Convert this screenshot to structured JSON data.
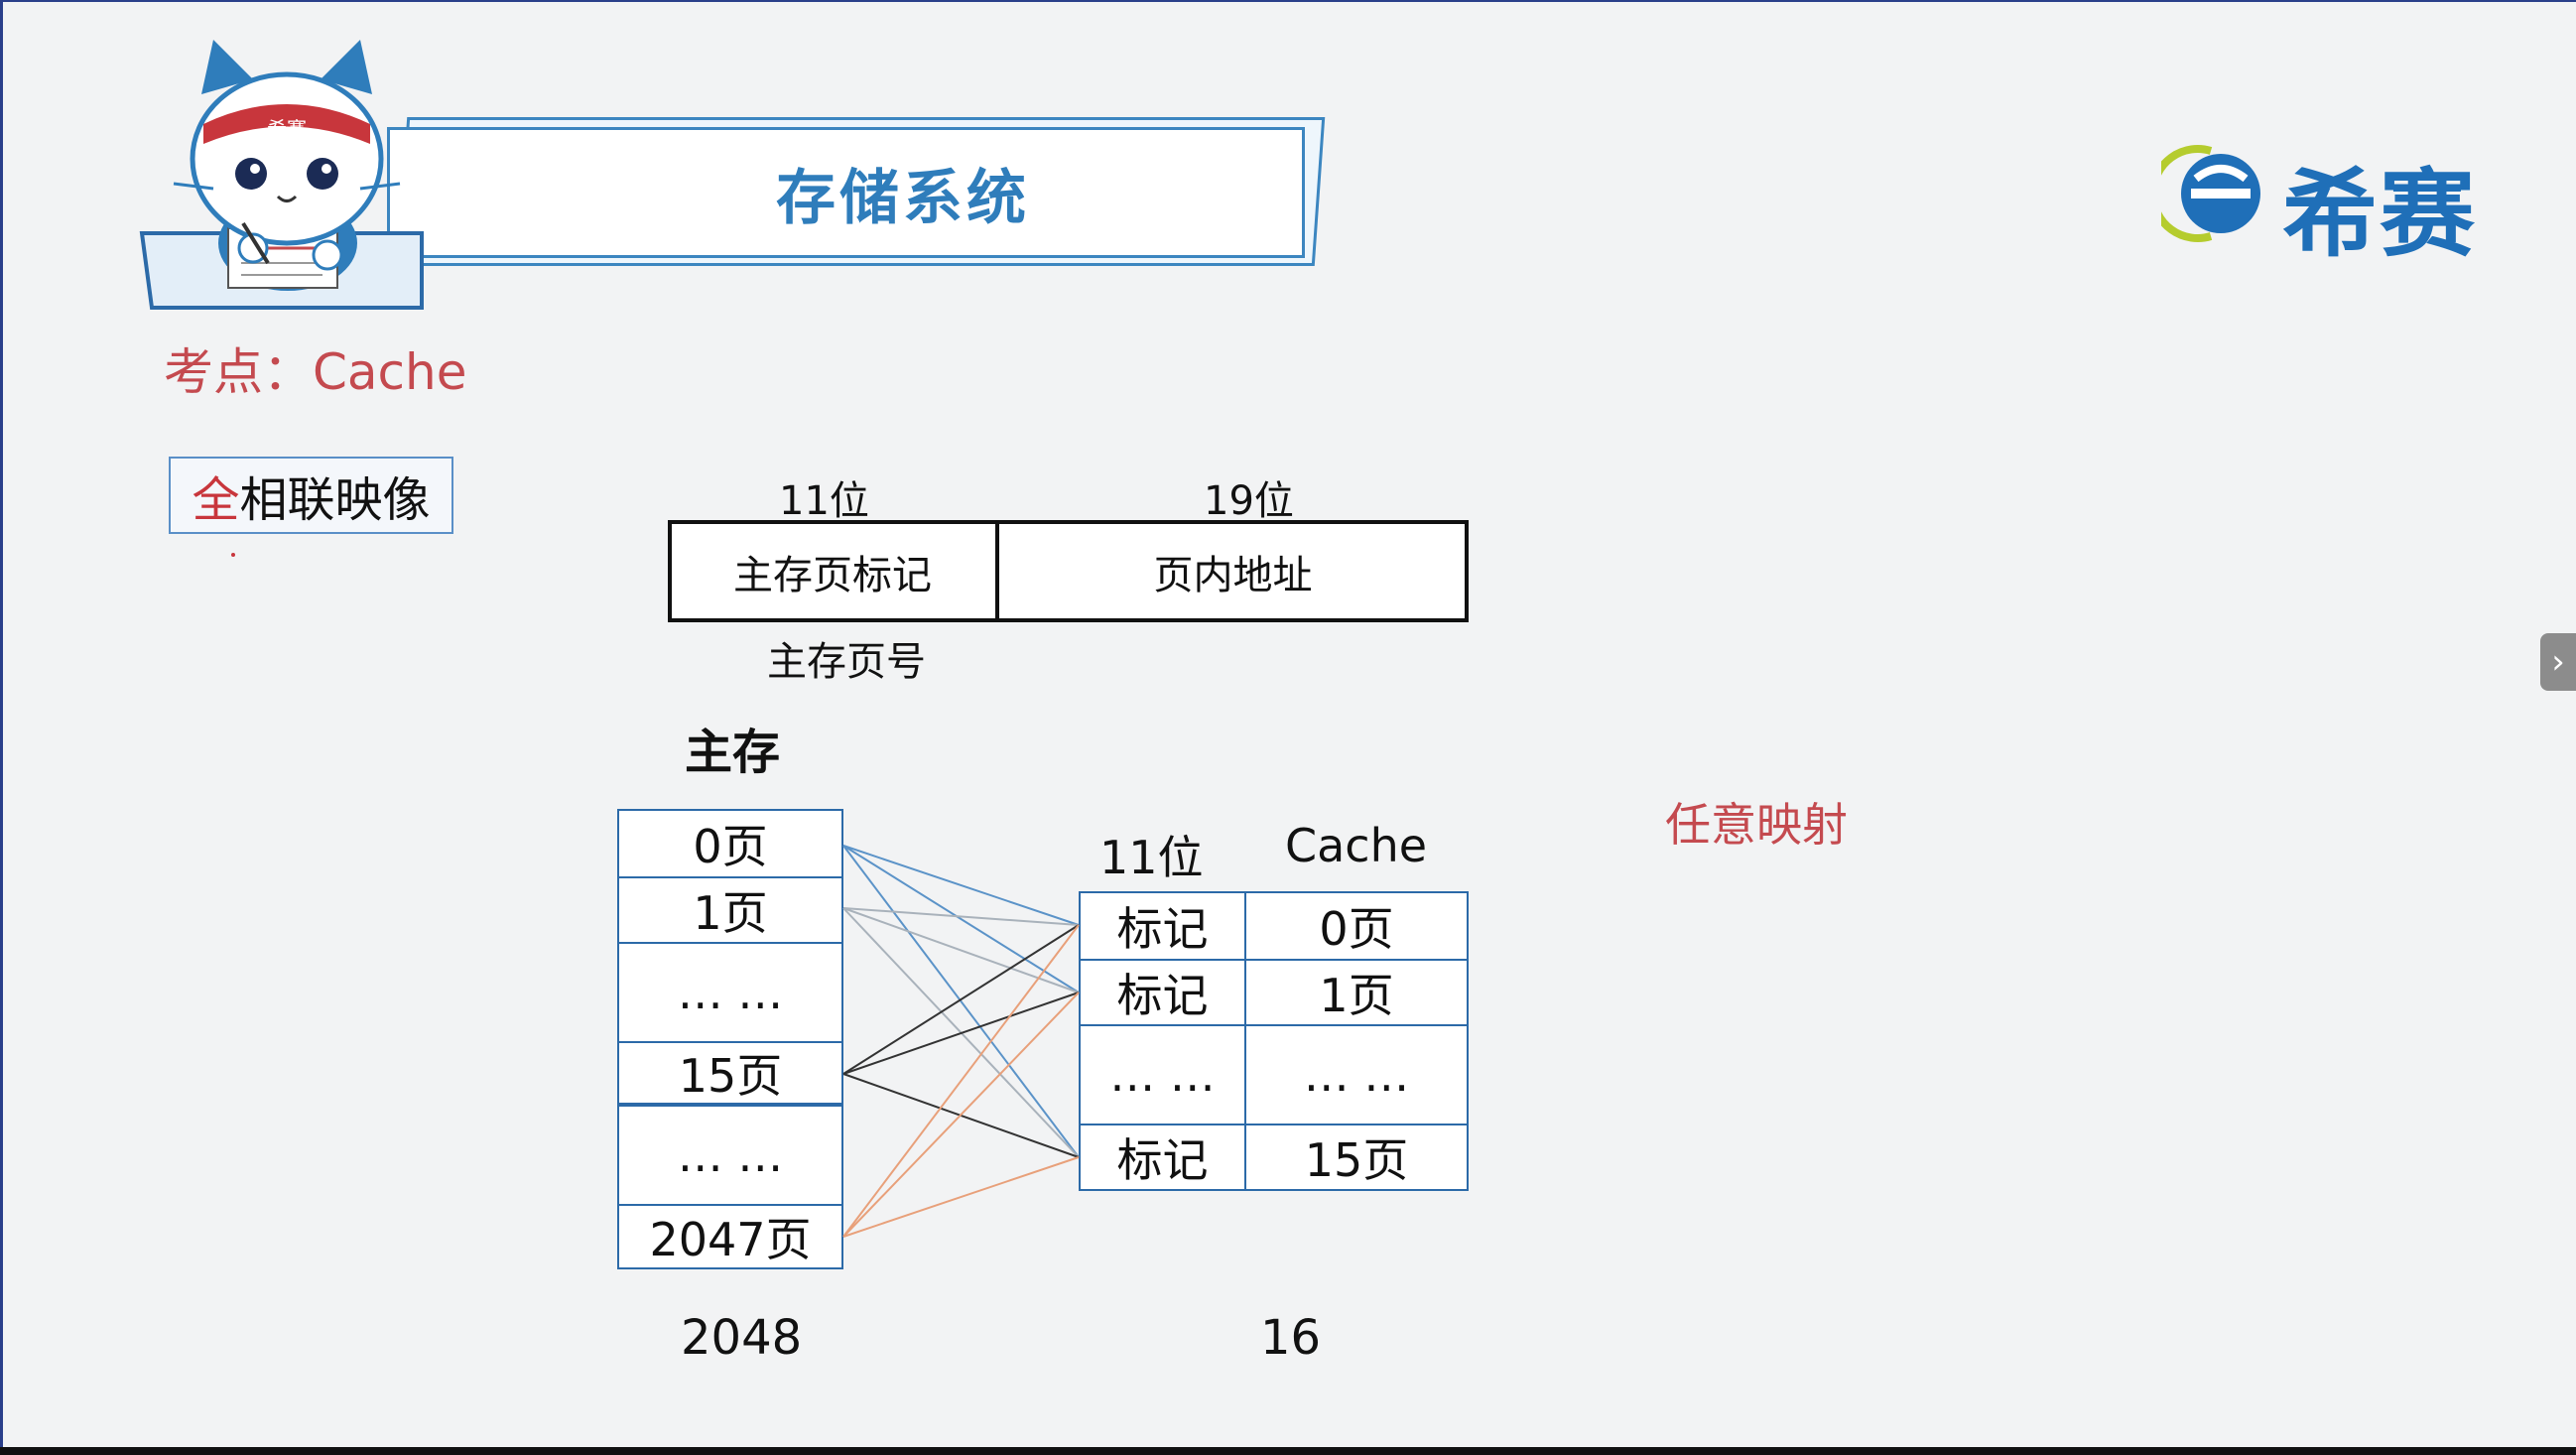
{
  "header": {
    "title": "存储系统",
    "mascot_band_text": "希赛"
  },
  "logo": {
    "text": "希赛"
  },
  "topic": "考点：Cache",
  "tag": {
    "highlight": "全",
    "rest": "相联映像"
  },
  "address_format": {
    "bits_left": "11位",
    "bits_right": "19位",
    "field_left": "主存页标记",
    "field_right": "页内地址",
    "below_left": "主存页号"
  },
  "main_memory": {
    "title": "主存",
    "rows": [
      "0页",
      "1页",
      "… …",
      "15页",
      "… …",
      "2047页"
    ],
    "count": "2048"
  },
  "cache": {
    "tag_header": "11位",
    "title": "Cache",
    "tags": [
      "标记",
      "标记",
      "… …",
      "标记"
    ],
    "pages": [
      "0页",
      "1页",
      "… …",
      "15页"
    ],
    "count": "16"
  },
  "note": "任意映射",
  "colors": {
    "blue_lines": "#5b93c8",
    "gray_lines": "#a9b2bb",
    "black_lines": "#333333",
    "orange_lines": "#e8a07a",
    "title_blue": "#2f7dbb",
    "accent_red": "#c44a4f"
  },
  "side_handle": {
    "icon": "chevron-right-icon",
    "glyph": "›"
  }
}
